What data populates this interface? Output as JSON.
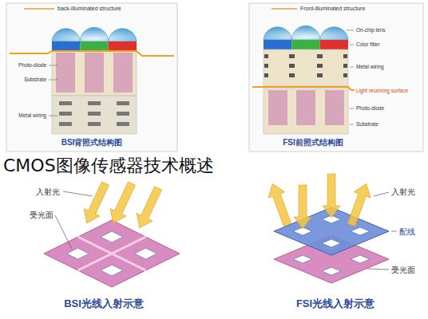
{
  "diagram": {
    "title": "CMOS图像传感器技术概述",
    "labels": [
      "back-illuminated structure",
      "Photo-diode",
      "Substrate",
      "Metal wiring",
      "BSI背照式结构图",
      "Front-illuminated structure",
      "On-chip lens",
      "Color filter",
      "Metal wiring",
      "Light receiving surface",
      "Photo-diode",
      "Substrate",
      "FSI前照式结构图",
      "入射光",
      "受光面",
      "BSI光线入射示意",
      "入射光",
      "配线",
      "受光面",
      "FSI光线入射示意"
    ]
  }
}
